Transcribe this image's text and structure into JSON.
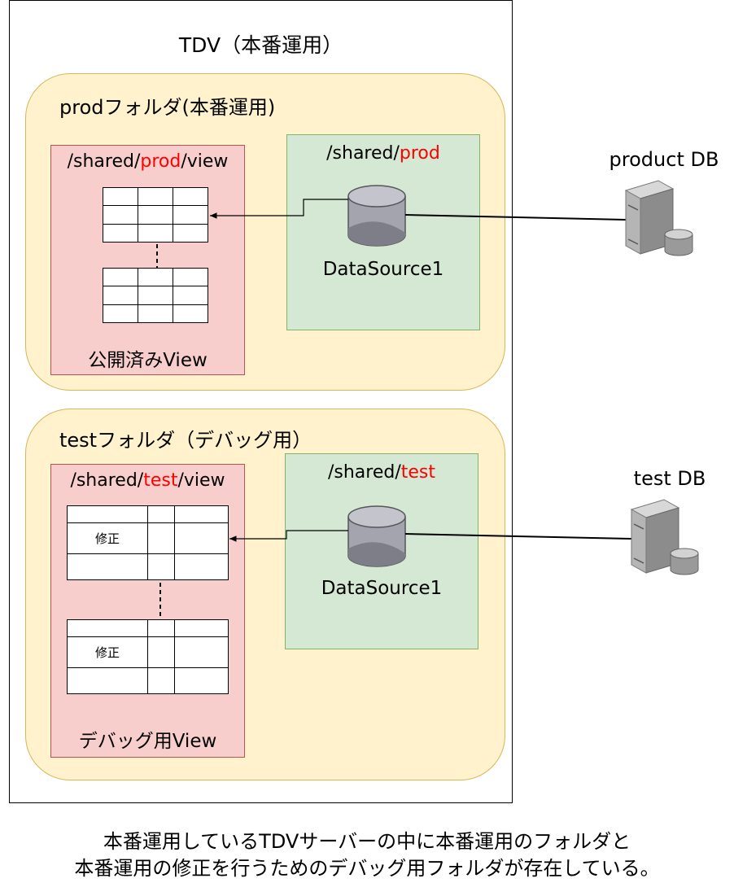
{
  "tdv": {
    "title": "TDV（本番運用）"
  },
  "prod": {
    "folder_title": "prodフォルダ(本番運用)",
    "view_path": {
      "pre": "/shared/",
      "hl": "prod",
      "post": "/view"
    },
    "view_label": "公開済みView",
    "source_path": {
      "pre": "/shared/",
      "hl": "prod"
    },
    "datasource_label": "DataSource1",
    "db_label": "product DB"
  },
  "test": {
    "folder_title": "testフォルダ（デバッグ用）",
    "view_path": {
      "pre": "/shared/",
      "hl": "test",
      "post": "/view"
    },
    "view_label": "デバッグ用View",
    "cell_text": "修正",
    "source_path": {
      "pre": "/shared/",
      "hl": "test"
    },
    "datasource_label": "DataSource1",
    "db_label": "test DB"
  },
  "caption": {
    "line1": "本番運用しているTDVサーバーの中に本番運用のフォルダと",
    "line2": "本番運用の修正を行うためのデバッグ用フォルダが存在している。"
  },
  "colors": {
    "highlight": "#ff0000",
    "folder_fill": "#fff2cc",
    "view_fill": "#f8cecc",
    "source_fill": "#d5e8d4",
    "cylinder": "#a9a9b3"
  }
}
